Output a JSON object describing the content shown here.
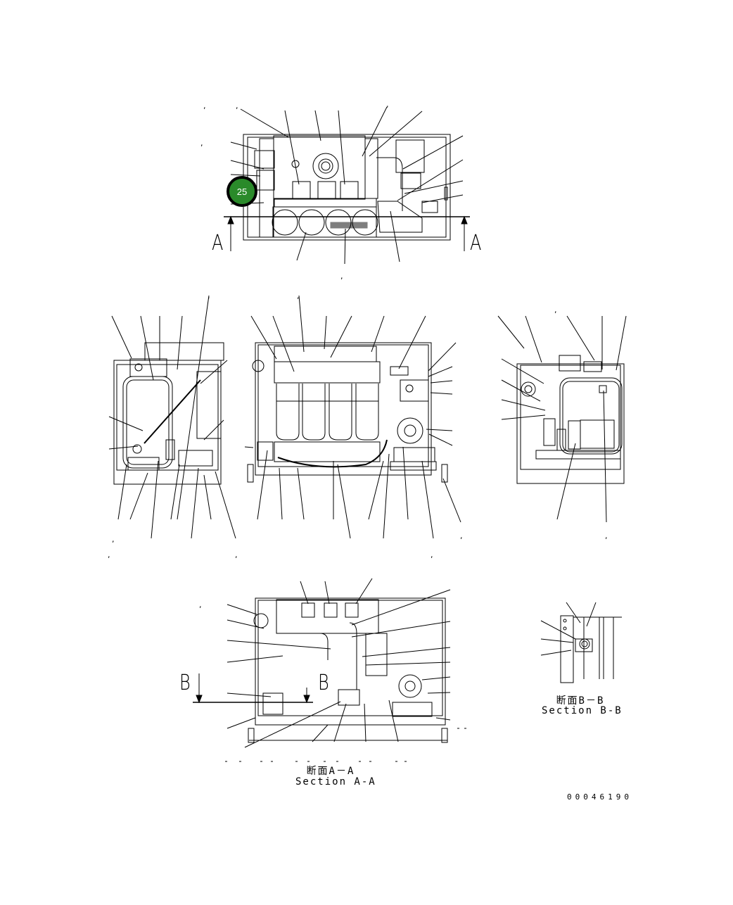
{
  "diagram": {
    "document_number": "00046190",
    "callout_badge": {
      "label": "25",
      "color": "#2a8a2a"
    },
    "section_markers": {
      "top_view_left": "A",
      "top_view_right": "A",
      "section_a_view_left": "B",
      "section_a_view_center": "B"
    },
    "captions": {
      "section_a_jp": "断面A－A",
      "section_a_en": "Section A-A",
      "section_b_jp": "断面B－B",
      "section_b_en": "Section B-B"
    },
    "views": [
      {
        "name": "top-view",
        "note": "plan view with section line A-A"
      },
      {
        "name": "left-side-view"
      },
      {
        "name": "front-view",
        "note": "four filter cartridges"
      },
      {
        "name": "right-side-view"
      },
      {
        "name": "section-a-a"
      },
      {
        "name": "section-b-b"
      }
    ]
  }
}
